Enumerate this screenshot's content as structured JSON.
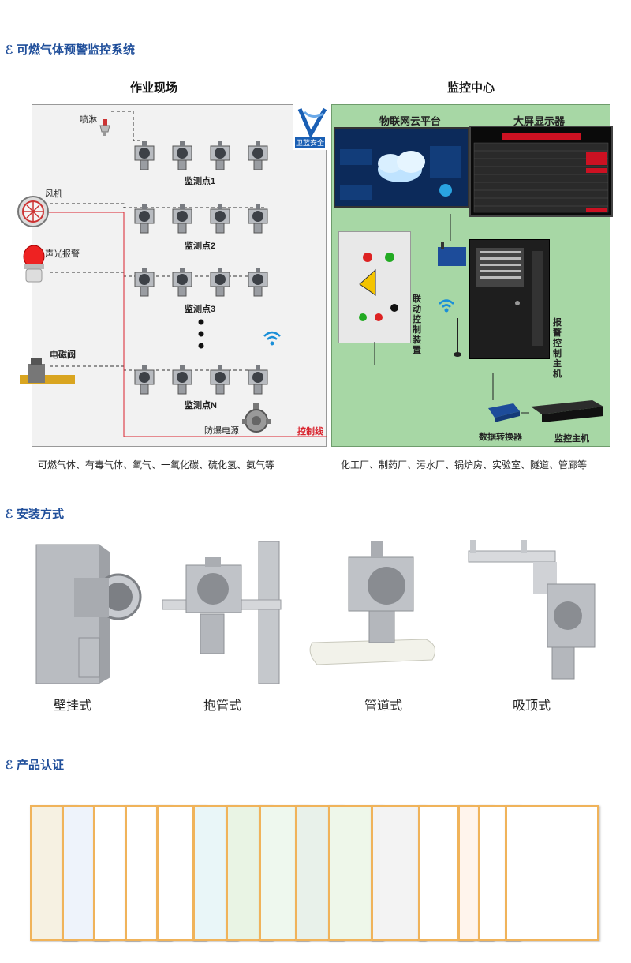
{
  "sections": {
    "s1": "可燃气体预警监控系统",
    "s2": "安装方式",
    "s3": "产品认证"
  },
  "field": {
    "title": "作业现场",
    "sprinkler": "喷淋",
    "fan": "风机",
    "alarm": "声光报警",
    "valve": "电磁阀",
    "points": [
      "监测点1",
      "监测点2",
      "监测点3",
      "监测点N"
    ],
    "power": "防爆电源",
    "control_line": "控制线",
    "caption": "可燃气体、有毒气体、氧气、一氧化碳、硫化氢、氨气等"
  },
  "center": {
    "title": "监控中心",
    "logo": "卫蓝安全",
    "cloud": "物联网云平台",
    "screen": "大屏显示器",
    "linkage": "联动控制装置",
    "host_alarm": "报警控制主机",
    "converter": "数据转换器",
    "host": "监控主机",
    "caption": "化工厂、制药厂、污水厂、锅炉房、实验室、隧道、管廊等"
  },
  "install": {
    "items": [
      "壁挂式",
      "抱管式",
      "管道式",
      "吸顶式"
    ]
  },
  "colors": {
    "accent": "#1f4e9a",
    "control_line": "#d9232d",
    "center_bg": "#a7d7a5",
    "field_bg": "#f2f2f2",
    "cert_frame": "#f0b35a"
  }
}
